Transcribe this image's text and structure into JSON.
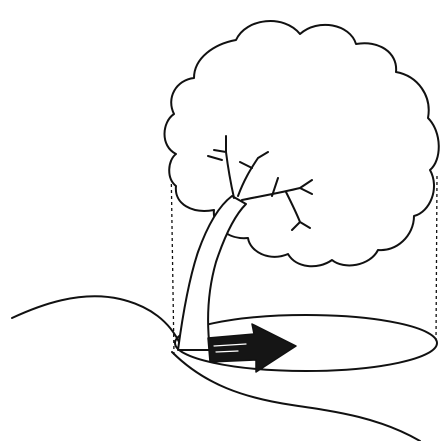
{
  "colors": {
    "background": "#ffffff",
    "line": "#111111",
    "arrow_fill": "#151515"
  },
  "figure": {
    "elements": [
      "tree-canopy",
      "tree-trunk",
      "tree-branches",
      "hillside-ground",
      "canopy-projection-ellipse",
      "projection-guide-lines",
      "direction-arrow"
    ]
  }
}
